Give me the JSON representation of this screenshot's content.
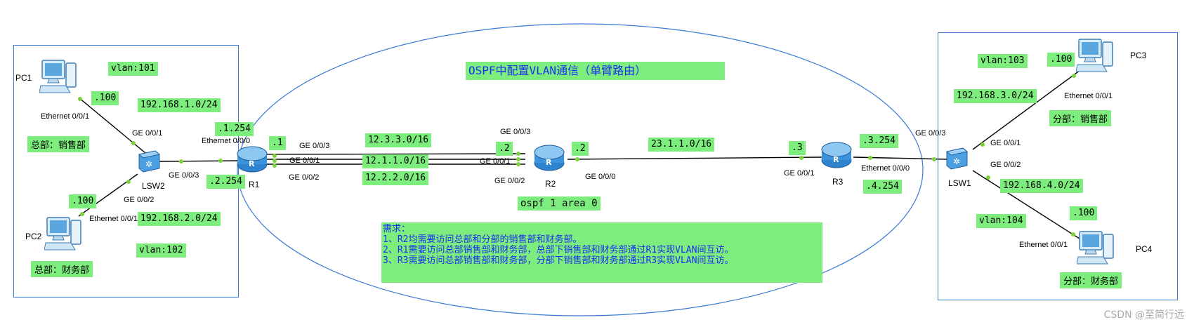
{
  "title": "OSPF中配置VLAN通信（单臂路由）",
  "requirements": {
    "heading": "需求：",
    "items": [
      "1、R2均需要访问总部和分部的销售部和财务部。",
      "2、R1需要访问总部销售部和财务部，总部下销售部和财务部通过R1实现VLAN间互访。",
      "3、R3需要访问总部销售部和财务部，分部下销售部和财务部通过R3实现VLAN间互访。"
    ]
  },
  "ospf_label": "ospf 1 area 0",
  "devices": {
    "pc1": "PC1",
    "pc2": "PC2",
    "pc3": "PC3",
    "pc4": "PC4",
    "lsw1": "LSW1",
    "lsw2": "LSW2",
    "r1": "R1",
    "r2": "R2",
    "r3": "R3"
  },
  "left": {
    "vlan101": "vlan:101",
    "vlan102": "vlan:102",
    "net1": "192.168.1.0/24",
    "net2": "192.168.2.0/24",
    "dept1": "总部：销售部",
    "dept2": "总部：财务部",
    "pc1_ip": ".100",
    "pc2_ip": ".100",
    "r1_sub1": ".1.254",
    "r1_sub2": ".2.254"
  },
  "right": {
    "vlan103": "vlan:103",
    "vlan104": "vlan:104",
    "net3": "192.168.3.0/24",
    "net4": "192.168.4.0/24",
    "dept3": "分部：销售部",
    "dept4": "分部：财务部",
    "pc3_ip": ".100",
    "pc4_ip": ".100",
    "r3_sub1": ".3.254",
    "r3_sub2": ".4.254"
  },
  "core": {
    "net_r1r2_a": "12.3.3.0/16",
    "net_r1r2_b": "12.1.1.0/16",
    "net_r1r2_c": "12.2.2.0/16",
    "net_r2r3": "23.1.1.0/16",
    "r1_ip": ".1",
    "r2_ip_left": ".2",
    "r2_ip_right": ".2",
    "r3_ip": ".3"
  },
  "ports": {
    "pc1_eth": "Ethernet 0/0/1",
    "lsw2_ge1": "GE 0/0/1",
    "lsw2_ge2": "GE 0/0/2",
    "lsw2_ge3": "GE 0/0/3",
    "pc2_eth": "Ethernet 0/0/1",
    "r1_eth": "Ethernet 0/0/0",
    "r1_ge3": "GE 0/0/3",
    "r1_ge1": "GE 0/0/1",
    "r1_ge2": "GE 0/0/2",
    "r2_ge3": "GE 0/0/3",
    "r2_ge1": "GE 0/0/1",
    "r2_ge2": "GE 0/0/2",
    "r2_ge0": "GE 0/0/0",
    "r3_ge1": "GE 0/0/1",
    "r3_eth": "Ethernet 0/0/0",
    "lsw1_ge3": "GE 0/0/3",
    "lsw1_ge1": "GE 0/0/1",
    "lsw1_ge2": "GE 0/0/2",
    "pc3_eth": "Ethernet 0/0/1",
    "pc4_eth": "Ethernet 0/0/1"
  },
  "watermark": "CSDN @至简行远",
  "colors": {
    "tag_bg": "#7dee7d",
    "link": "#000000",
    "box": "#3a7bd5",
    "title_text": "#1a2ef0"
  }
}
